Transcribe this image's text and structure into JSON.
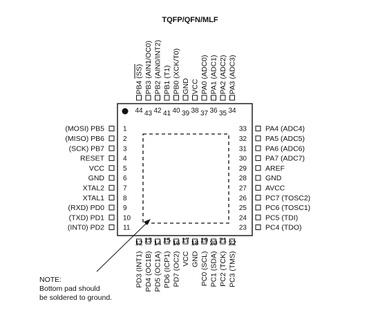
{
  "title": "TQFP/QFN/MLF",
  "note": [
    "NOTE:",
    "Bottom pad should",
    "be soldered to ground."
  ],
  "pins": {
    "left": [
      {
        "num": "1",
        "name": "PB5",
        "alt": "(MOSI)"
      },
      {
        "num": "2",
        "name": "PB6",
        "alt": "(MISO)"
      },
      {
        "num": "3",
        "name": "PB7",
        "alt": "(SCK)"
      },
      {
        "num": "4",
        "name": "RESET",
        "alt": ""
      },
      {
        "num": "5",
        "name": "VCC",
        "alt": ""
      },
      {
        "num": "6",
        "name": "GND",
        "alt": ""
      },
      {
        "num": "7",
        "name": "XTAL2",
        "alt": ""
      },
      {
        "num": "8",
        "name": "XTAL1",
        "alt": ""
      },
      {
        "num": "9",
        "name": "PD0",
        "alt": "(RXD)"
      },
      {
        "num": "10",
        "name": "PD1",
        "alt": "(TXD)"
      },
      {
        "num": "11",
        "name": "PD2",
        "alt": "(INT0)"
      }
    ],
    "bottom": [
      {
        "num": "12",
        "name": "PD3",
        "alt": "(INT1)"
      },
      {
        "num": "13",
        "name": "PD4",
        "alt": "(OC1B)"
      },
      {
        "num": "14",
        "name": "PD5",
        "alt": "(OC1A)"
      },
      {
        "num": "15",
        "name": "PD6",
        "alt": "(ICP1)"
      },
      {
        "num": "16",
        "name": "PD7",
        "alt": "(OC2)"
      },
      {
        "num": "17",
        "name": "VCC",
        "alt": ""
      },
      {
        "num": "18",
        "name": "GND",
        "alt": ""
      },
      {
        "num": "19",
        "name": "PC0",
        "alt": "(SCL)"
      },
      {
        "num": "20",
        "name": "PC1",
        "alt": "(SDA)"
      },
      {
        "num": "21",
        "name": "PC2",
        "alt": "(TCK)"
      },
      {
        "num": "22",
        "name": "PC3",
        "alt": "(TMS)"
      }
    ],
    "right": [
      {
        "num": "33",
        "name": "PA4",
        "alt": "(ADC4)"
      },
      {
        "num": "32",
        "name": "PA5",
        "alt": "(ADC5)"
      },
      {
        "num": "31",
        "name": "PA6",
        "alt": "(ADC6)"
      },
      {
        "num": "30",
        "name": "PA7",
        "alt": "(ADC7)"
      },
      {
        "num": "29",
        "name": "AREF",
        "alt": ""
      },
      {
        "num": "28",
        "name": "GND",
        "alt": ""
      },
      {
        "num": "27",
        "name": "AVCC",
        "alt": ""
      },
      {
        "num": "26",
        "name": "PC7",
        "alt": "(TOSC2)"
      },
      {
        "num": "25",
        "name": "PC6",
        "alt": "(TOSC1)"
      },
      {
        "num": "24",
        "name": "PC5",
        "alt": "(TDI)"
      },
      {
        "num": "23",
        "name": "PC4",
        "alt": "(TDO)"
      }
    ],
    "top": [
      {
        "num": "44",
        "name": "PB4",
        "alt": "(SS)",
        "alt_overline": true
      },
      {
        "num": "43",
        "name": "PB3",
        "alt": "(AIN1/OC0)"
      },
      {
        "num": "42",
        "name": "PB2",
        "alt": "(AIN0/INT2)"
      },
      {
        "num": "41",
        "name": "PB1",
        "alt": "(T1)"
      },
      {
        "num": "40",
        "name": "PB0",
        "alt": "(XCK/T0)"
      },
      {
        "num": "39",
        "name": "GND",
        "alt": ""
      },
      {
        "num": "38",
        "name": "VCC",
        "alt": ""
      },
      {
        "num": "37",
        "name": "PA0",
        "alt": "(ADC0)"
      },
      {
        "num": "36",
        "name": "PA1",
        "alt": "(ADC1)"
      },
      {
        "num": "35",
        "name": "PA2",
        "alt": "(ADC2)"
      },
      {
        "num": "34",
        "name": "PA3",
        "alt": "(ADC3)"
      }
    ]
  }
}
